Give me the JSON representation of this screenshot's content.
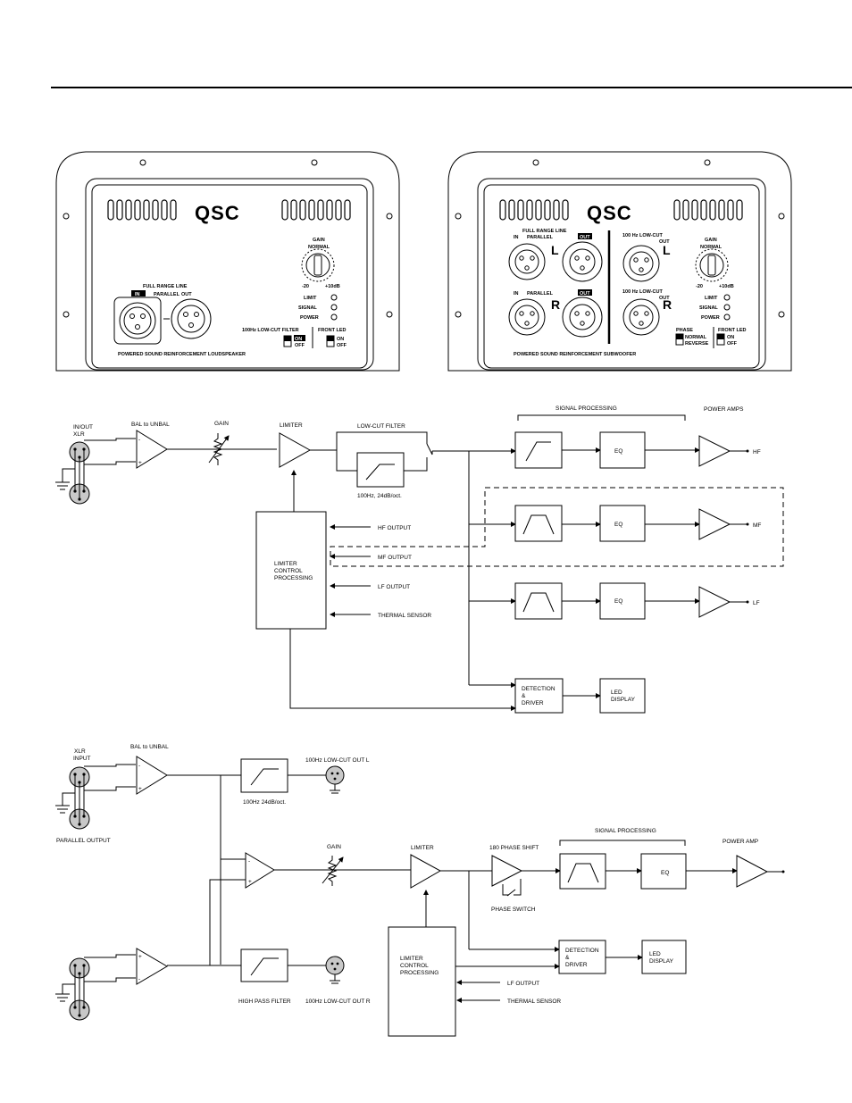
{
  "panel_left": {
    "logo": "QSC",
    "gain_label": "GAIN",
    "normal_label": "NORMAL",
    "gain_min": "-20",
    "gain_max": "+10dB",
    "full_range_line": "FULL RANGE LINE",
    "in_label": "IN",
    "parallel_label": "PARALLEL",
    "out_label": "OUT",
    "limit": "LIMIT",
    "signal": "SIGNAL",
    "power": "POWER",
    "lowcut_filter": "100Hz LOW-CUT FILTER",
    "front_led": "FRONT LED",
    "on": "ON",
    "off": "OFF",
    "footer": "POWERED SOUND REINFORCEMENT LOUDSPEAKER"
  },
  "panel_right": {
    "logo": "QSC",
    "full_range_line": "FULL RANGE LINE",
    "in_label": "IN",
    "parallel_label": "PARALLEL",
    "out_label": "OUT",
    "left_letter": "L",
    "right_letter": "R",
    "lowcut_out": "100 Hz LOW-CUT",
    "lowcut_out2": "OUT",
    "gain_label": "GAIN",
    "normal_label": "NORMAL",
    "gain_min": "-20",
    "gain_max": "+10dB",
    "limit": "LIMIT",
    "signal": "SIGNAL",
    "power": "POWER",
    "phase": "PHASE",
    "normal": "NORMAL",
    "reverse": "REVERSE",
    "front_led": "FRONT LED",
    "on": "ON",
    "off": "OFF",
    "footer": "POWERED SOUND REINFORCEMENT SUBWOOFER"
  },
  "diagram1": {
    "input": "IN/OUT",
    "input2": "XLR",
    "bal": "BAL to UNBAL",
    "gain": "GAIN",
    "limiter": "LIMITER",
    "lowcut": "LOW-CUT FILTER",
    "lowcut_spec": "100Hz, 24dB/oct.",
    "signal_processing": "SIGNAL PROCESSING",
    "power_amps": "POWER AMPS",
    "eq": "EQ",
    "hf": "HF",
    "mf": "MF",
    "lf": "LF",
    "limiter_ctrl1": "LIMITER",
    "limiter_ctrl2": "CONTROL",
    "limiter_ctrl3": "PROCESSING",
    "hf_output": "HF OUTPUT",
    "mf_output": "MF OUTPUT",
    "lf_output": "LF OUTPUT",
    "thermal": "THERMAL SENSOR",
    "detection1": "DETECTION",
    "detection2": "&",
    "detection3": "DRIVER",
    "led1": "LED",
    "led2": "DISPLAY"
  },
  "diagram2": {
    "input": "XLR",
    "input2": "INPUT",
    "parallel_output": "PARALLEL  OUTPUT",
    "bal": "BAL to UNBAL",
    "lowcut_spec": "100Hz 24dB/oct.",
    "lowcut_out_l": "100Hz LOW-CUT OUT L",
    "lowcut_out_r": "100Hz LOW-CUT OUT R",
    "high_pass": "HIGH PASS FILTER",
    "gain": "GAIN",
    "limiter": "LIMITER",
    "phase_shift": "180 PHASE SHIFT",
    "phase_switch": "PHASE SWITCH",
    "signal_processing": "SIGNAL PROCESSING",
    "eq": "EQ",
    "power_amp": "POWER AMP",
    "limiter_ctrl1": "LIMITER",
    "limiter_ctrl2": "CONTROL",
    "limiter_ctrl3": "PROCESSING",
    "lf_output": "LF OUTPUT",
    "thermal": "THERMAL SENSOR",
    "detection1": "DETECTION",
    "detection2": "&",
    "detection3": "DRIVER",
    "led1": "LED",
    "led2": "DISPLAY"
  }
}
